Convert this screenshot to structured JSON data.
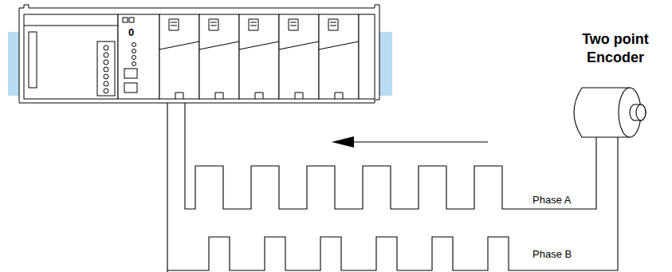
{
  "diagram": {
    "nodes": [
      {
        "text": [
          "Two point Encoder"
        ]
      }
    ],
    "labels": [
      "0",
      "Phase A",
      "Phase B"
    ]
  }
}
